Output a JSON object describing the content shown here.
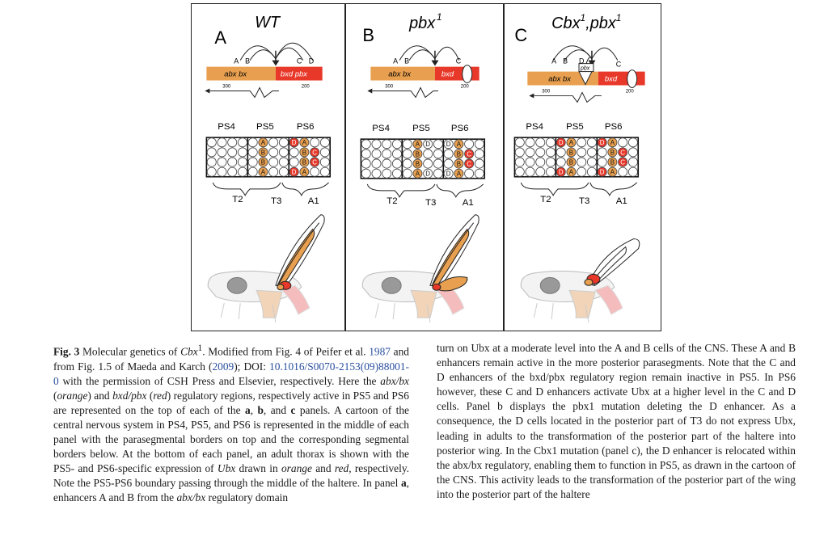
{
  "panels": [
    {
      "letter": "A",
      "genotype": "WT",
      "sup": ""
    },
    {
      "letter": "B",
      "genotype": "pbx",
      "sup": "1"
    },
    {
      "letter": "C",
      "genotype": "Cbx",
      "sup": "1",
      "genotype2": ",pbx",
      "sup2": "1"
    }
  ],
  "gene": {
    "abx_bx": "abx  bx",
    "bxd_pbx": "bxd  pbx",
    "bxd": "bxd",
    "pbx": "pbx",
    "scale_left": "300",
    "scale_right": "200"
  },
  "enhancers": {
    "A": "A",
    "B": "B",
    "C": "C",
    "D": "D"
  },
  "parasegments": [
    "PS4",
    "PS5",
    "PS6"
  ],
  "segments": [
    "T2",
    "T3",
    "A1"
  ],
  "caption": {
    "fig_label": "Fig. 3",
    "line1_a": " Molecular genetics of ",
    "cbx": "Cbx",
    "line1_b": ". Modified from Fig. 4 of Peifer et al.",
    "link_1987": "1987",
    "line2_a": " and from Fig. 1.5 of Maeda and Karch (",
    "link_2009": "2009",
    "line2_b": "); DOI: ",
    "link_doi": "10.1016/S0070-2153(09)88001-0",
    "line3": " with the permission of CSH Press and Elsevier, respectively. Here the ",
    "abxbx": "abx/bx",
    "orange": "orange",
    "and": ") and ",
    "bxdpbx": "bxd/pbx",
    "red": "red",
    "rest1": ") regulatory regions, respectively active in PS5 and PS6 are represented on the top of each of the ",
    "a": "a",
    "b": "b",
    "c": "c",
    "rest2": " panels. A cartoon of the central nervous system in PS4, PS5, and PS6 is represented in the middle of each panel with the parasegmental borders on top and the corresponding segmental borders below. At the bottom of each panel, an adult thorax is shown with the PS5- and PS6-specific expression of ",
    "ubx": "Ubx",
    "rest3": " drawn in ",
    "rest4": ", respectively. Note the PS5-PS6 boundary passing through the middle of the haltere. In panel ",
    "rest5": ", enhancers A and B from the ",
    "rest6": " regulatory domain",
    "col2": "turn on Ubx at a moderate level into the A and B cells of the CNS. These A and B enhancers remain active in the more posterior parasegments. Note that the C and D enhancers of the bxd/pbx regulatory region remain inactive in PS5. In PS6 however, these C and D enhancers activate Ubx at a higher level in the C and D cells. Panel b displays the pbx1 mutation deleting the D enhancer. As a consequence, the D cells located in the posterior part of T3 do not express Ubx, leading in adults to the transformation of the posterior part of the haltere into posterior wing. In the Cbx1 mutation (panel c), the D enhancer is relocated within the abx/bx regulatory, enabling them to function in PS5, as drawn in the cartoon of the CNS. This activity leads to the transformation of the posterior part of the wing into the posterior part of the haltere"
  }
}
